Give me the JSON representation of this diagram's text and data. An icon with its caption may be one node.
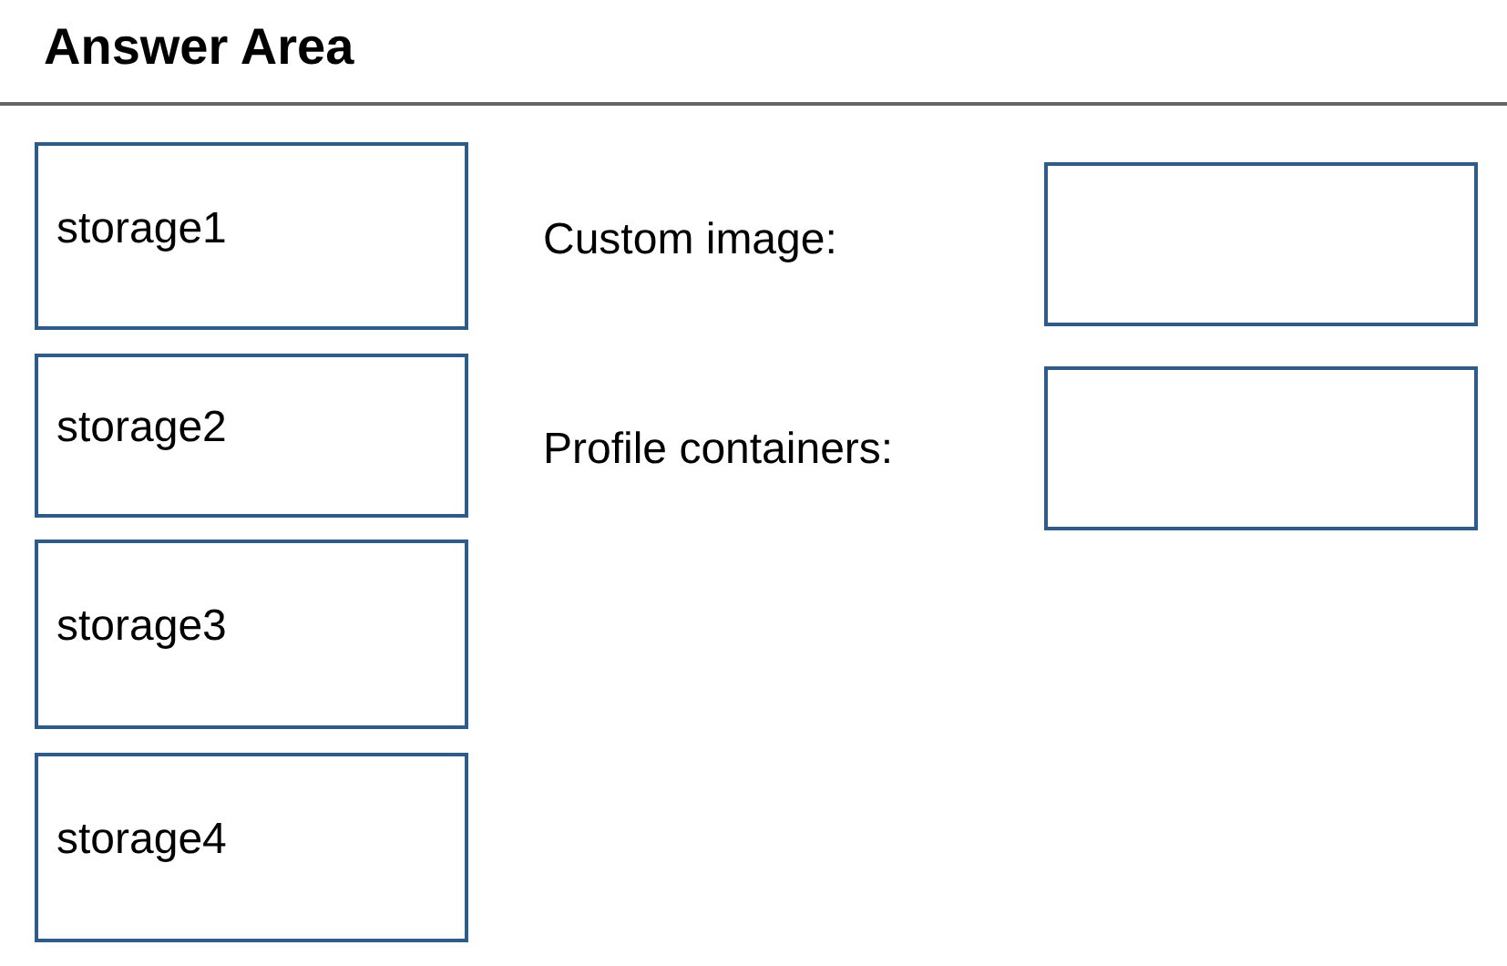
{
  "diagram": {
    "title": "Answer Area",
    "nodes": [
      {
        "text": [
          "storage1"
        ]
      },
      {
        "text": [
          "storage2"
        ]
      },
      {
        "text": [
          "storage3"
        ]
      },
      {
        "text": [
          "storage4"
        ]
      },
      {
        "text": [],
        "shape": "box"
      },
      {
        "text": [],
        "shape": "box"
      }
    ],
    "edges": [],
    "labels": [
      "Custom image:",
      "Profile containers:"
    ]
  }
}
